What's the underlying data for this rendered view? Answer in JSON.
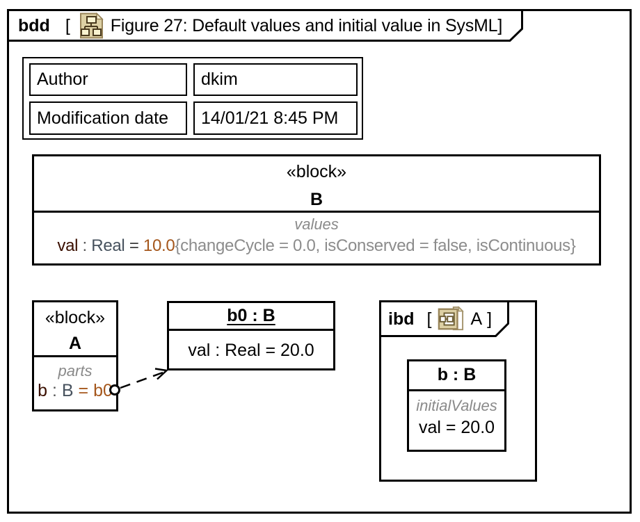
{
  "main_frame": {
    "keyword": "bdd",
    "open_bracket": "[",
    "title": "Figure 27: Default values and initial value in SysML]"
  },
  "info_table": {
    "rows": [
      {
        "label": "Author",
        "value": "dkim"
      },
      {
        "label": "Modification date",
        "value": "14/01/21 8:45 PM"
      }
    ]
  },
  "block_b": {
    "stereotype": "«block»",
    "name": "B",
    "compartment_label": "values",
    "value_name": "val",
    "colon": " : ",
    "value_type": "Real",
    "equals": " = ",
    "default_value": "10.0",
    "constraint": "{changeCycle = 0.0, isConserved = false, isContinuous}"
  },
  "block_a": {
    "stereotype": "«block»",
    "name": "A",
    "compartment_label": "parts",
    "part_name": "b",
    "colon": " : ",
    "part_type": "B",
    "equals": " = ",
    "default_value": "b0"
  },
  "instance_b0": {
    "header": "b0 : B",
    "value_line": "val : Real = 20.0"
  },
  "ibd_frame": {
    "keyword": "ibd",
    "open_bracket": "[",
    "title": "A",
    "close_bracket": "]",
    "part_block": {
      "header": "b : B",
      "compartment_label": "initialValues",
      "value_line": "val = 20.0"
    }
  },
  "icons": {
    "bdd_icon": "bdd-diagram-icon",
    "ibd_icon": "ibd-diagram-icon"
  },
  "colors": {
    "property_name_text": "#3a0f00",
    "type_text": "#47525e",
    "value_text": "#a5571c",
    "constraint_text": "#8c8c8c",
    "compartment_label_text": "#8a8a8a",
    "icon_fill": "#ddd0a4",
    "icon_border": "#99855a",
    "line_color": "#000000"
  }
}
